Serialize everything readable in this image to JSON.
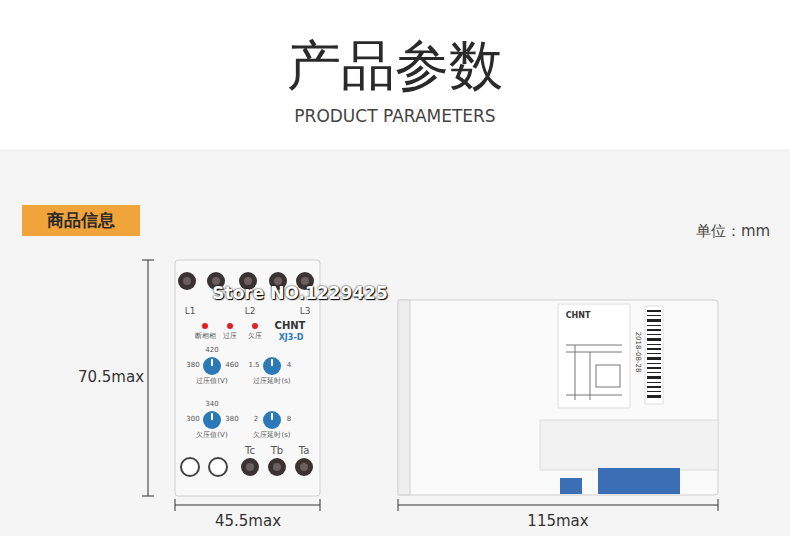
{
  "diagram": {
    "title": "产品参数",
    "nodes": [
      {
        "text": [
          "商品信息"
        ]
      }
    ],
    "labels": [
      "PRODUCT PARAMETERS",
      "单位：mm",
      "70.5max",
      "45.5max",
      "115max",
      "Store NO.1229425",
      "L1",
      "L2",
      "L3",
      "断相相",
      "过压",
      "欠压",
      "CHNT",
      "XJ3-D",
      "420",
      "380",
      "460",
      "过压值(V)",
      "1.5",
      "4",
      "过压延时(s)",
      "340",
      "300",
      "380",
      "欠压值(V)",
      "2",
      "8",
      "欠压延时(s)",
      "Tc",
      "Tb",
      "Ta",
      "CHNT",
      "2018-08-28"
    ]
  }
}
